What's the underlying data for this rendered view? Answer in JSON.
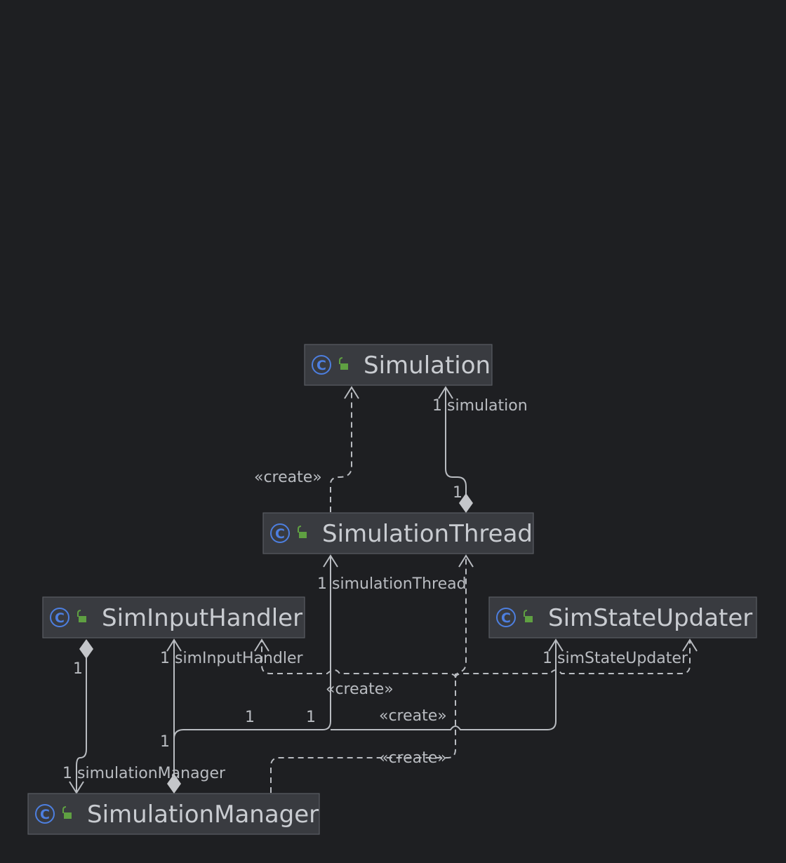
{
  "nodes": {
    "simulation": {
      "title": "Simulation",
      "icon": "class-icon",
      "visibility": "public-lock-icon"
    },
    "simulation_thread": {
      "title": "SimulationThread",
      "icon": "class-icon",
      "visibility": "public-lock-icon"
    },
    "sim_input_handler": {
      "title": "SimInputHandler",
      "icon": "class-icon",
      "visibility": "public-lock-icon"
    },
    "sim_state_updater": {
      "title": "SimStateUpdater",
      "icon": "class-icon",
      "visibility": "public-lock-icon"
    },
    "simulation_manager": {
      "title": "SimulationManager",
      "icon": "class-icon",
      "visibility": "public-lock-icon"
    }
  },
  "class_icon_letter": "C",
  "labels": {
    "create_thread_to_sim": "«create»",
    "sim_role": "1 simulation",
    "thread_mult_1": "1",
    "thread_role": "1 simulationThread",
    "input_role": "1 simInputHandler",
    "input_manager_mult": "1",
    "state_role": "1 simStateUpdater",
    "create_manager_to_thread": "«create»",
    "create_manager_to_state": "«create»",
    "create_manager_to_input": "«create»",
    "manager_mult_a": "1",
    "manager_mult_b": "1",
    "manager_mult_c": "1",
    "manager_role": "1 simulationManager"
  },
  "colors": {
    "background": "#1e1f22",
    "node_fill": "#393b40",
    "node_border": "#5a5d63",
    "class_icon": "#4d7fe0",
    "public_icon": "#5fa042",
    "edge": "#b9bcc1"
  }
}
